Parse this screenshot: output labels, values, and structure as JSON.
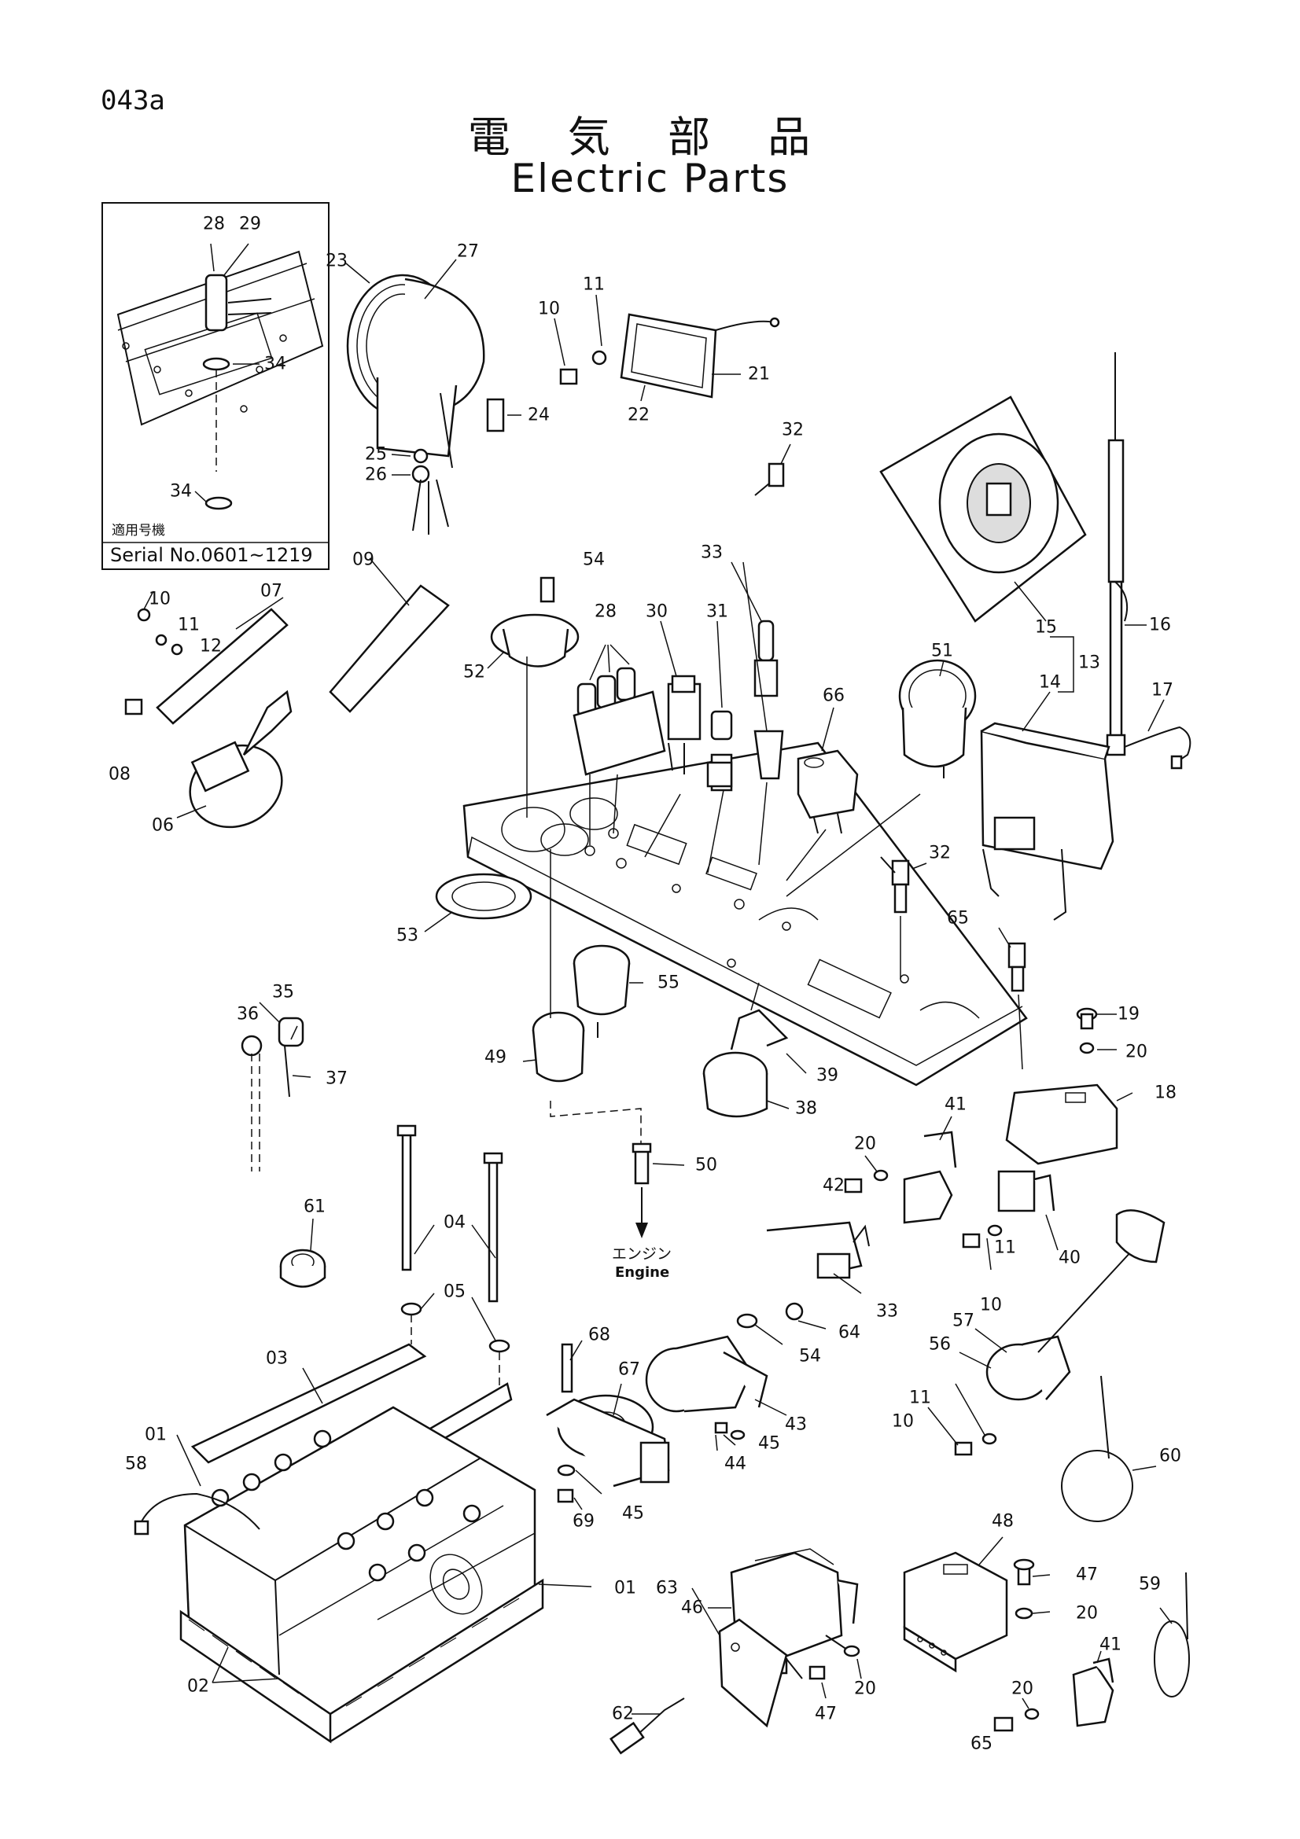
{
  "page_number": "043a",
  "title_jp": "電 気 部 品",
  "title_en": "Electric Parts",
  "inset": {
    "serial_caption_jp": "適用号機",
    "serial_caption": "Serial No.0601~1219"
  },
  "engine_note": {
    "jp": "エンジン",
    "en": "Engine"
  },
  "callouts": {
    "c28a": "28",
    "c29": "29",
    "c34a": "34",
    "c34b": "34",
    "c23": "23",
    "c27": "27",
    "c24": "24",
    "c25": "25",
    "c26": "26",
    "c10a": "10",
    "c11a": "11",
    "c21": "21",
    "c22": "22",
    "c32a": "32",
    "c09": "09",
    "c07": "07",
    "c10b": "10",
    "c11b": "11",
    "c12": "12",
    "c08": "08",
    "c06": "06",
    "c54a": "54",
    "c52": "52",
    "c33a": "33",
    "c28b": "28",
    "c30": "30",
    "c31": "31",
    "c66": "66",
    "c51": "51",
    "c15": "15",
    "c13": "13",
    "c16": "16",
    "c14": "14",
    "c17": "17",
    "c53": "53",
    "c55": "55",
    "c32b": "32",
    "c65a": "65",
    "c35": "35",
    "c36": "36",
    "c37": "37",
    "c49": "49",
    "c39": "39",
    "c38": "38",
    "c19": "19",
    "c20a": "20",
    "c18": "18",
    "c41a": "41",
    "c20b": "20",
    "c42": "42",
    "c50": "50",
    "c61": "61",
    "c04": "04",
    "c05": "05",
    "c40": "40",
    "c11c": "11",
    "c10c": "10",
    "c33b": "33",
    "c64": "64",
    "c54b": "54",
    "c57": "57",
    "c56": "56",
    "c68": "68",
    "c67": "67",
    "c03": "03",
    "c43": "43",
    "c45a": "45",
    "c44": "44",
    "c11d": "11",
    "c10d": "10",
    "c60": "60",
    "c01a": "01",
    "c58": "58",
    "c45b": "45",
    "c69": "69",
    "c48": "48",
    "c46": "46",
    "c47a": "47",
    "c20c": "20",
    "c59": "59",
    "c01b": "01",
    "c63": "63",
    "c62": "62",
    "c47b": "47",
    "c20d": "20",
    "c41b": "41",
    "c02": "02",
    "c65b": "65",
    "c20e": "20"
  }
}
